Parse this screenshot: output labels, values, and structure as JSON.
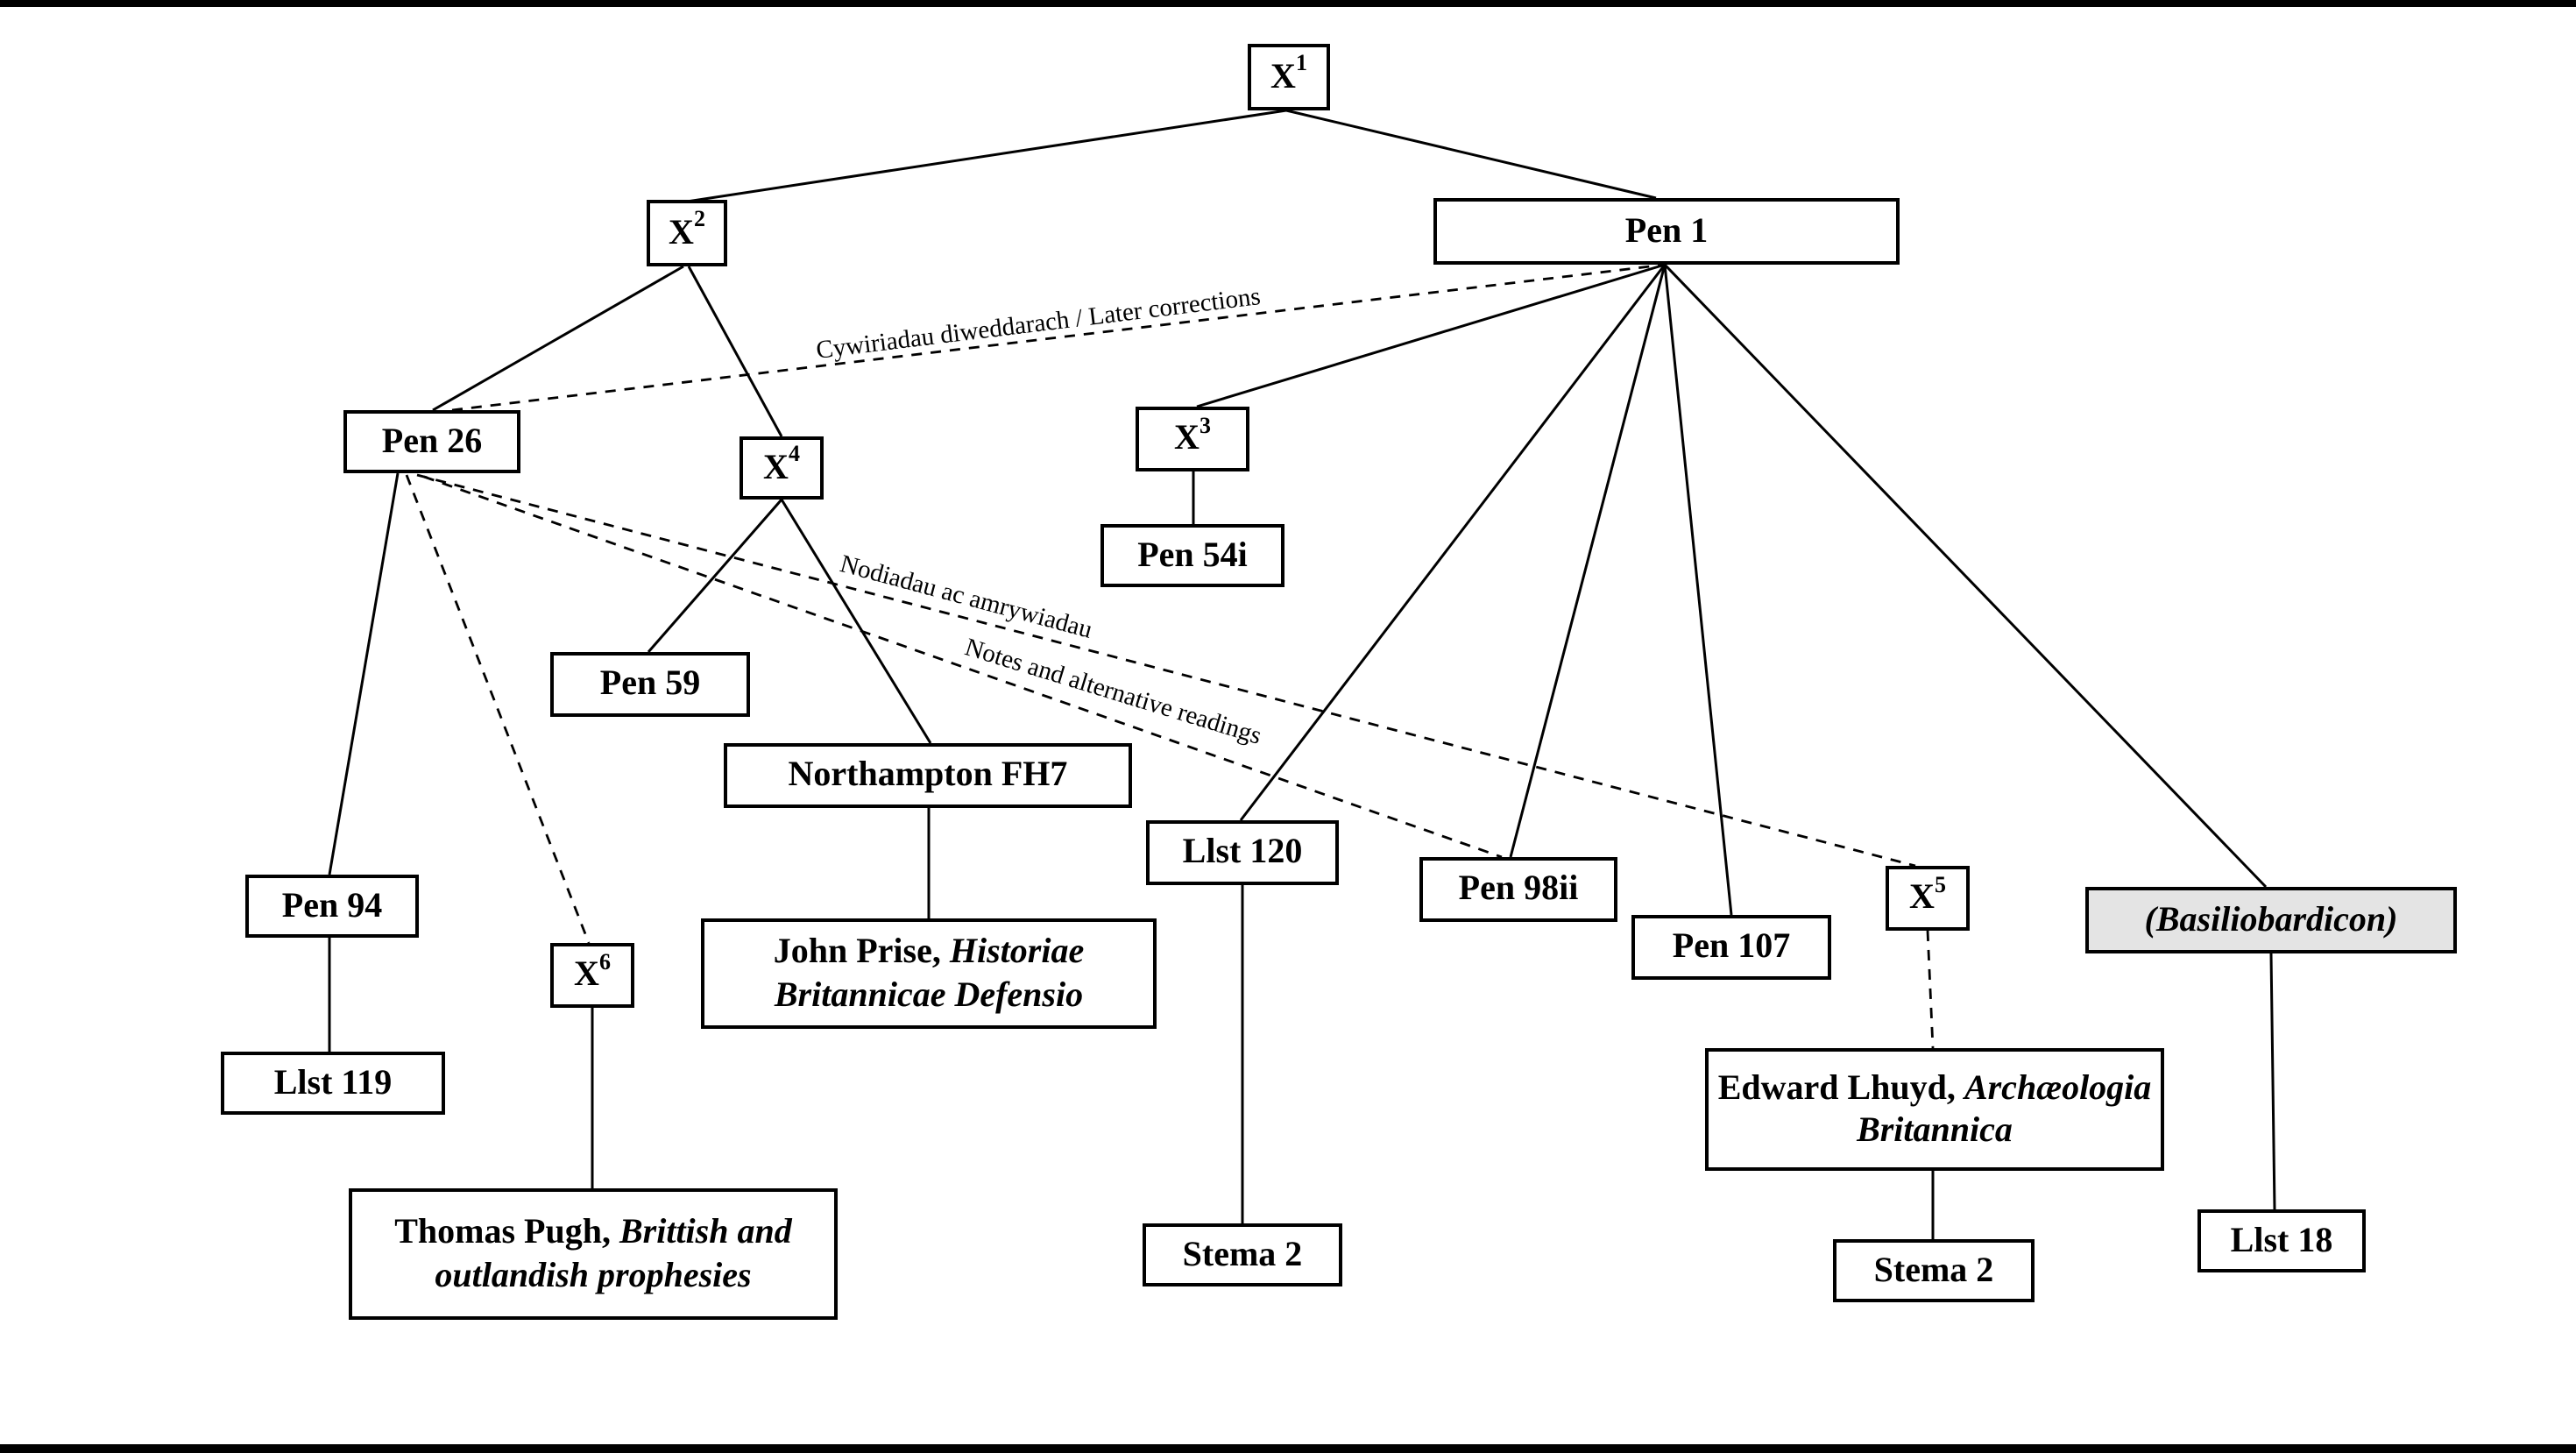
{
  "diagram": {
    "nodes": {
      "x1": {
        "base": "X",
        "sup": "1"
      },
      "x2": {
        "base": "X",
        "sup": "2"
      },
      "x3": {
        "base": "X",
        "sup": "3"
      },
      "x4": {
        "base": "X",
        "sup": "4"
      },
      "x5": {
        "base": "X",
        "sup": "5"
      },
      "x6": {
        "base": "X",
        "sup": "6"
      },
      "pen1": {
        "label": "Pen 1"
      },
      "pen26": {
        "label": "Pen 26"
      },
      "pen54i": {
        "label": "Pen 54i"
      },
      "pen59": {
        "label": "Pen 59"
      },
      "northampton": {
        "label": "Northampton FH7"
      },
      "john_prise": {
        "plain": "John Prise, ",
        "italic": "Historiae Britannicae Defensio"
      },
      "llst120": {
        "label": "Llst 120"
      },
      "pen98ii": {
        "label": "Pen 98ii"
      },
      "pen107": {
        "label": "Pen 107"
      },
      "basiliobardicon": {
        "italic": "(Basiliobardicon)"
      },
      "pen94": {
        "label": "Pen 94"
      },
      "llst119": {
        "label": "Llst 119"
      },
      "thomas_pugh": {
        "plain": "Thomas Pugh, ",
        "italic": "Brittish and outlandish prophesies"
      },
      "stema2_left": {
        "label": "Stema 2"
      },
      "edward_lhuyd": {
        "plain": "Edward Lhuyd, ",
        "italic": "Archæologia Britannica"
      },
      "stema2_right": {
        "label": "Stema 2"
      },
      "llst18": {
        "label": "Llst 18"
      }
    },
    "edge_labels": {
      "later_corrections": "Cywiriadau diweddarach / Later corrections",
      "nodiadau": "Nodiadau ac amrywiadau",
      "notes": "Notes and alternative readings"
    },
    "colors": {
      "line": "#000000",
      "box_border": "#000000",
      "box_fill": "#ffffff",
      "highlight_fill": "#e4e4e4",
      "page_edge_bar": "#000000"
    }
  }
}
